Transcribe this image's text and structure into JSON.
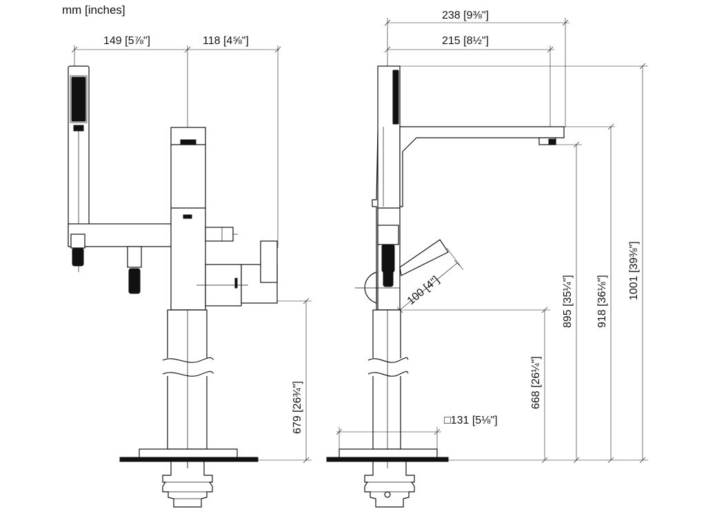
{
  "units_label": "mm [inches]",
  "dimensions": {
    "side_left_width": "149",
    "side_left_width_in": "[5⅞\"]",
    "side_right_width": "118",
    "side_right_width_in": "[4⅝\"]",
    "side_height": "679",
    "side_height_in": "[26¾\"]",
    "top_overall": "238",
    "top_overall_in": "[9⅜\"]",
    "spout_reach": "215",
    "spout_reach_in": "[8½\"]",
    "lever_radius": "100",
    "lever_radius_in": "[4\"]",
    "base_square": "□131",
    "base_square_in": "[5⅛\"]",
    "h668": "668",
    "h668_in": "[26¼\"]",
    "h895": "895",
    "h895_in": "[35¼\"]",
    "h918": "918",
    "h918_in": "[36⅛\"]",
    "h1001": "1001",
    "h1001_in": "[39⅜\"]"
  }
}
